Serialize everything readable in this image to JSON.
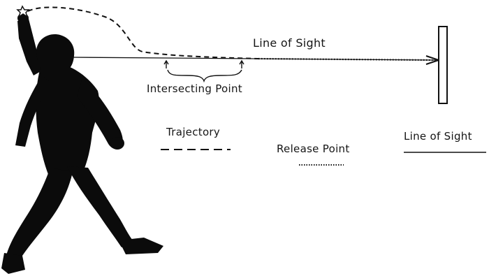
{
  "diagram": {
    "labels": {
      "line_of_sight_top": "Line of Sight",
      "intersecting_point": "Intersecting Point",
      "legend_trajectory": "Trajectory",
      "legend_release_point": "Release Point",
      "legend_line_of_sight": "Line of Sight"
    },
    "colors": {
      "figure": "#0b0b0b",
      "line": "#111111",
      "background": "#ffffff"
    }
  }
}
